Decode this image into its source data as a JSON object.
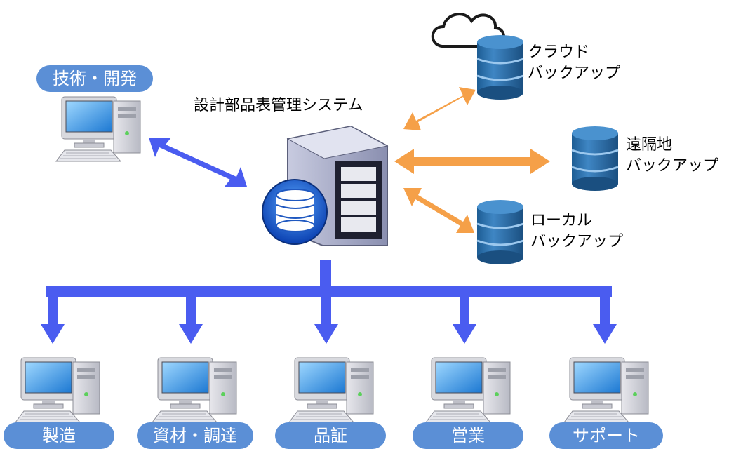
{
  "system_title": "設計部品表管理システム",
  "top_department": "技術・開発",
  "departments": [
    "製造",
    "資材・調達",
    "品証",
    "営業",
    "サポート"
  ],
  "backups": {
    "cloud": [
      "クラウド",
      "バックアップ"
    ],
    "remote": [
      "遠隔地",
      "バックアップ"
    ],
    "local": [
      "ローカル",
      "バックアップ"
    ]
  },
  "colors": {
    "blue_arrow": "#4a5cf0",
    "orange_arrow": "#f5a048",
    "pill": "#5b8fd6",
    "db_cylinder": "#2e6fa8"
  },
  "icons": [
    "computer-icon",
    "server-icon",
    "database-icon",
    "cloud-icon"
  ]
}
